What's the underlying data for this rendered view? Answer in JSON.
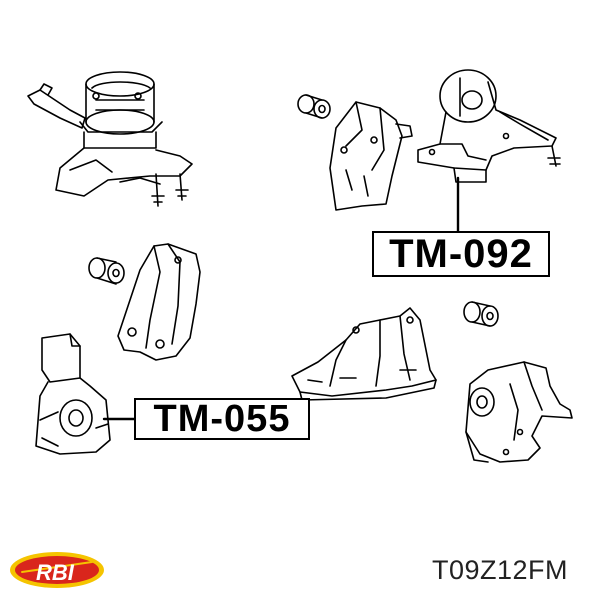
{
  "callouts": {
    "tm092": "TM-092",
    "tm055": "TM-055"
  },
  "footer": {
    "part_number": "T09Z12FM",
    "brand_logo_text": "RBI"
  },
  "colors": {
    "line": "#000000",
    "logo_red": "#d9261c",
    "logo_yellow": "#f5c400"
  }
}
